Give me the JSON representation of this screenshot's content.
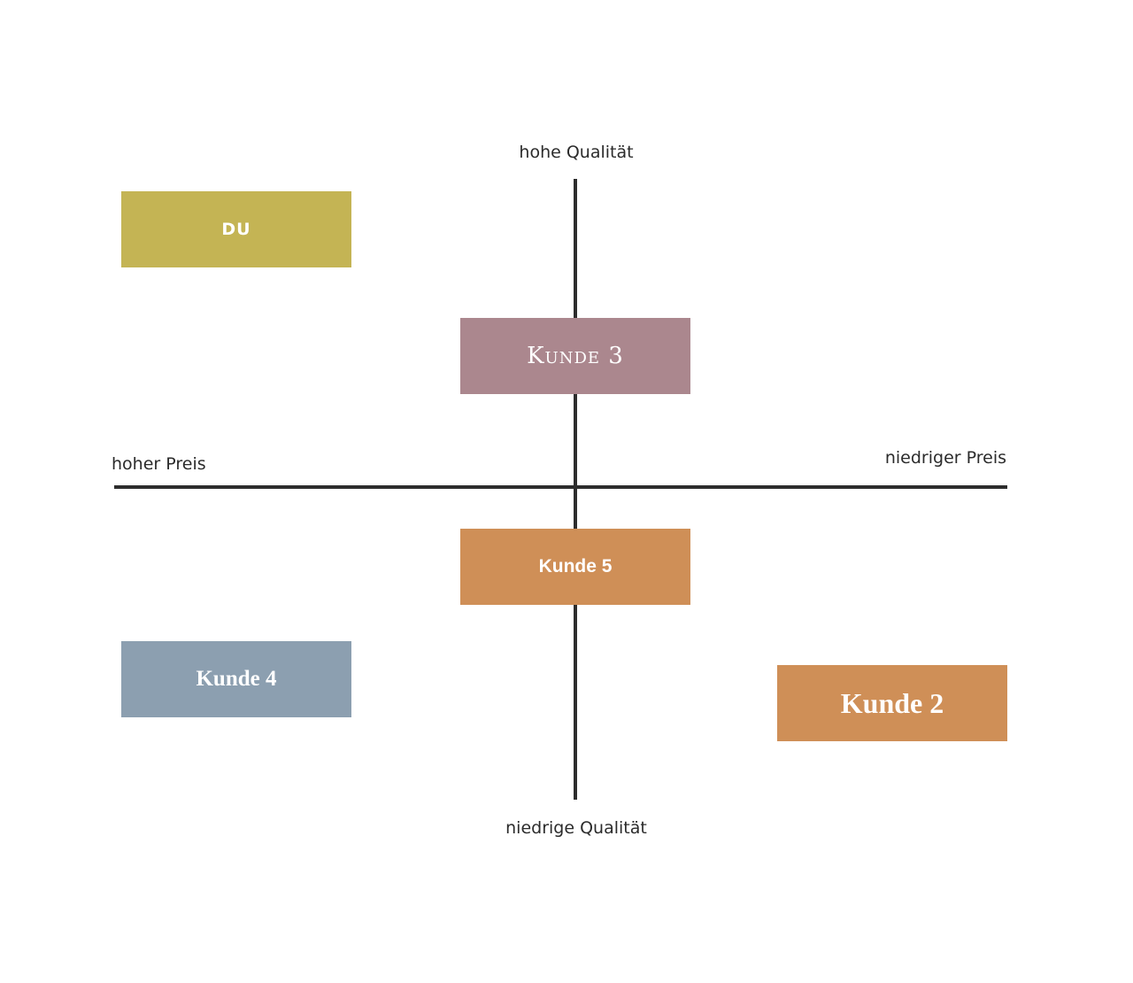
{
  "axes": {
    "top_label": "hohe Qualität",
    "bottom_label": "niedrige Qualität",
    "left_label": "hoher Preis",
    "right_label": "niedriger Preis",
    "line_color": "#2d2d2d"
  },
  "boxes": {
    "du": {
      "label": "DU",
      "color": "#c4b454"
    },
    "kunde3": {
      "label": "Kunde 3",
      "color": "#ab878e"
    },
    "kunde5": {
      "label": "Kunde 5",
      "color": "#cf8f57"
    },
    "kunde4": {
      "label": "Kunde 4",
      "color": "#8c9fb0"
    },
    "kunde2": {
      "label": "Kunde 2",
      "color": "#cf8f57"
    }
  }
}
